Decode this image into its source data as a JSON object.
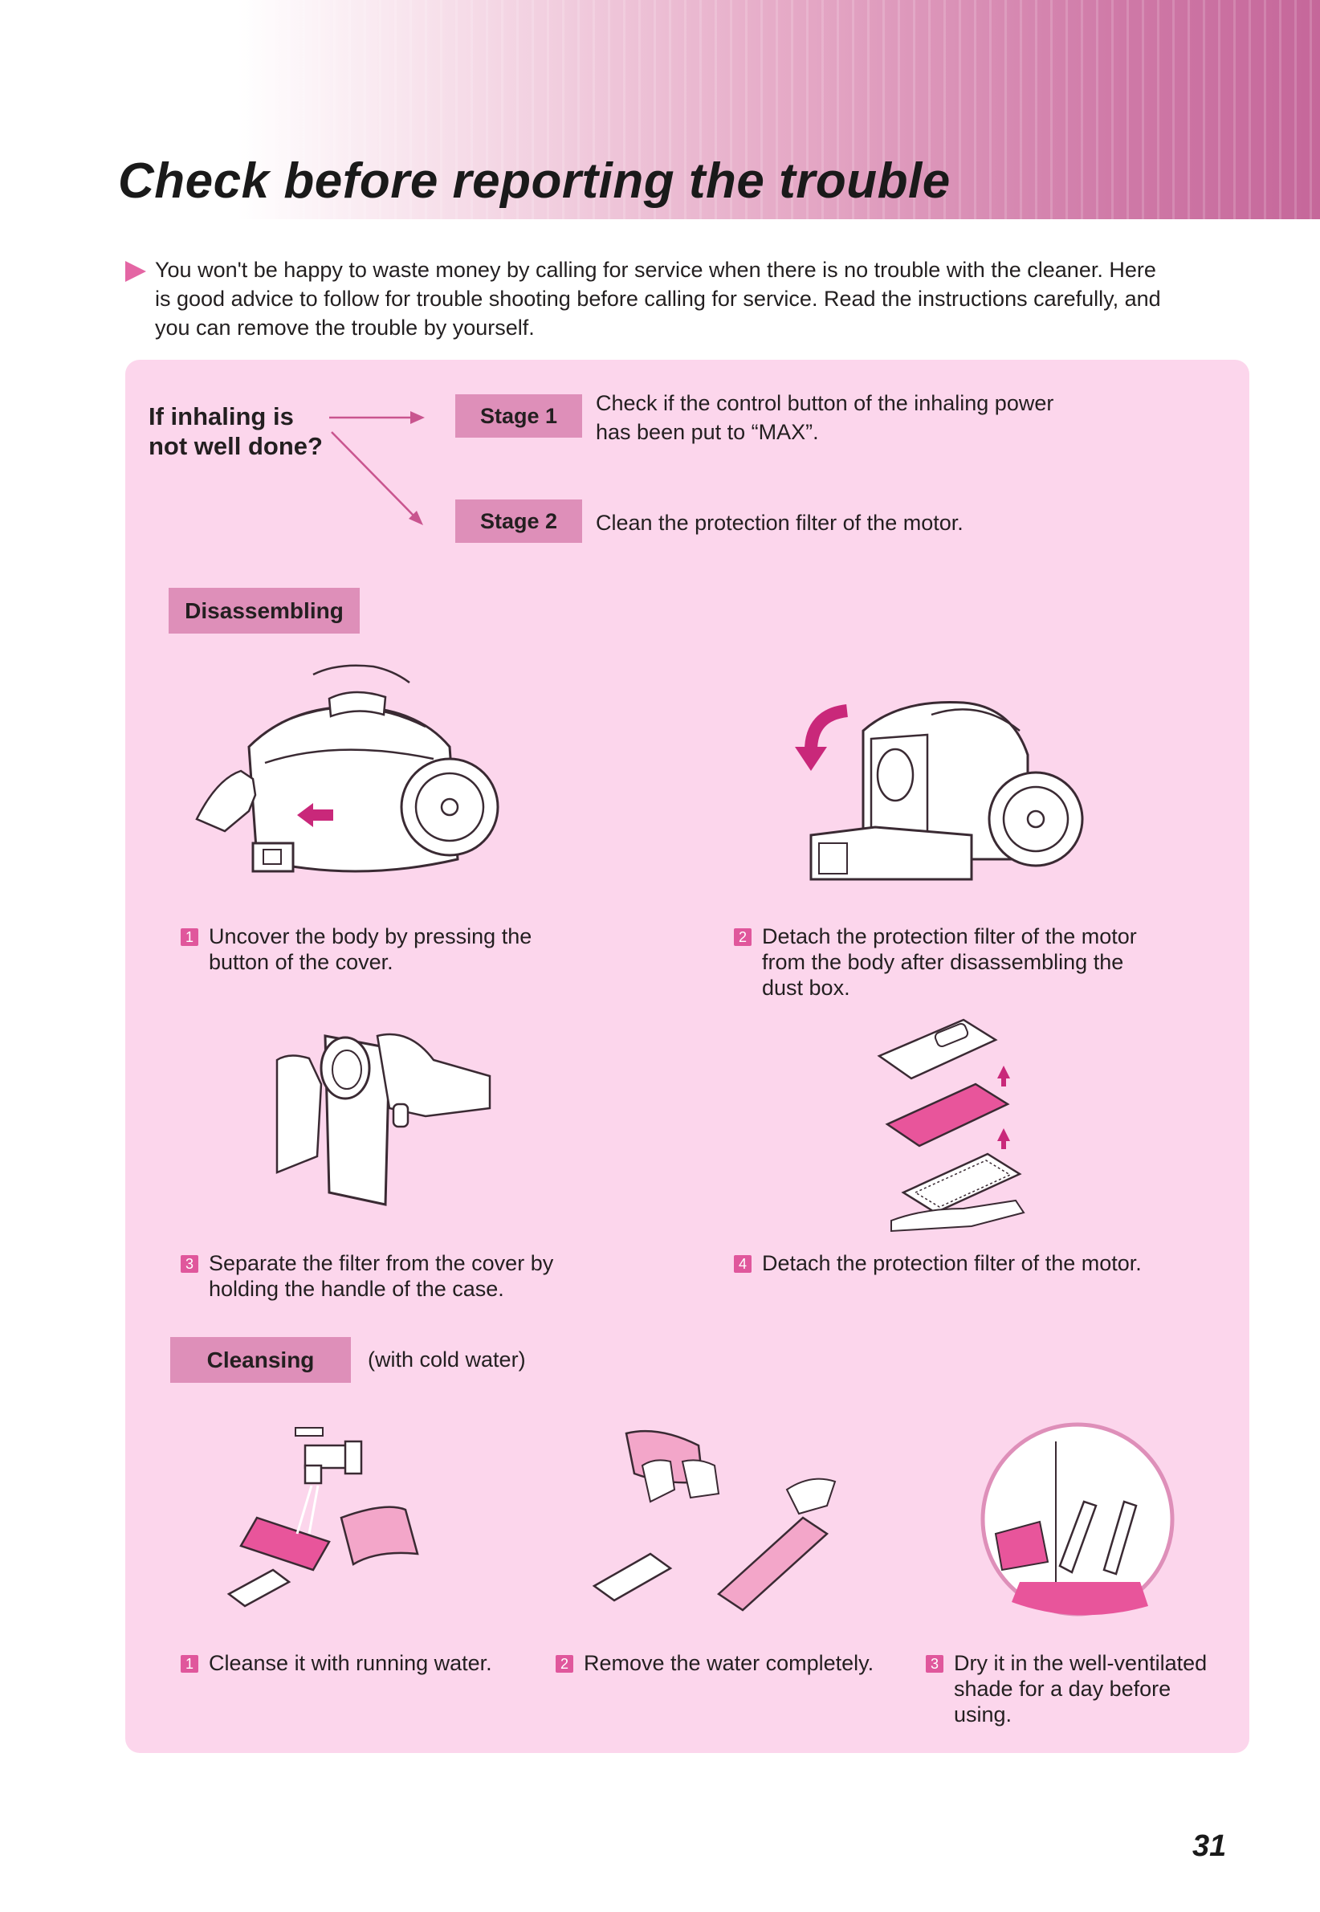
{
  "header": {
    "title": "Check before reporting the trouble"
  },
  "intro": {
    "text": "You won't be happy to waste money by calling for service when there is no trouble with the cleaner. Here is good advice to follow for trouble shooting before calling for service. Read the instructions carefully, and you can remove the trouble by yourself."
  },
  "question": {
    "line1": "If inhaling is",
    "line2": "not well done?"
  },
  "stages": [
    {
      "label": "Stage 1",
      "text": "Check if the control button of the inhaling power has been put to “MAX”."
    },
    {
      "label": "Stage 2",
      "text": "Clean the protection filter of the motor."
    }
  ],
  "disassembling": {
    "label": "Disassembling",
    "steps": [
      {
        "num": "1",
        "text": "Uncover the body by pressing the button of the cover."
      },
      {
        "num": "2",
        "text": "Detach the protection filter of the motor from the body after disassembling the dust box."
      },
      {
        "num": "3",
        "text": "Separate the filter from the cover by holding the handle of the case."
      },
      {
        "num": "4",
        "text": "Detach the protection filter of the motor."
      }
    ]
  },
  "cleansing": {
    "label": "Cleansing",
    "note": "(with cold water)",
    "steps": [
      {
        "num": "1",
        "text": "Cleanse it with running water."
      },
      {
        "num": "2",
        "text": "Remove the water completely."
      },
      {
        "num": "3",
        "text": "Dry it in the well-ventilated shade for a day before using."
      }
    ]
  },
  "page_number": "31",
  "colors": {
    "accent": "#e0579c",
    "panel": "#fcd6ec",
    "label_box": "#de8fb9",
    "header_dark": "#c5679a"
  },
  "icons": [
    "arrow-right-icon",
    "arrow-diagonal-icon",
    "triangle-bullet-icon"
  ]
}
